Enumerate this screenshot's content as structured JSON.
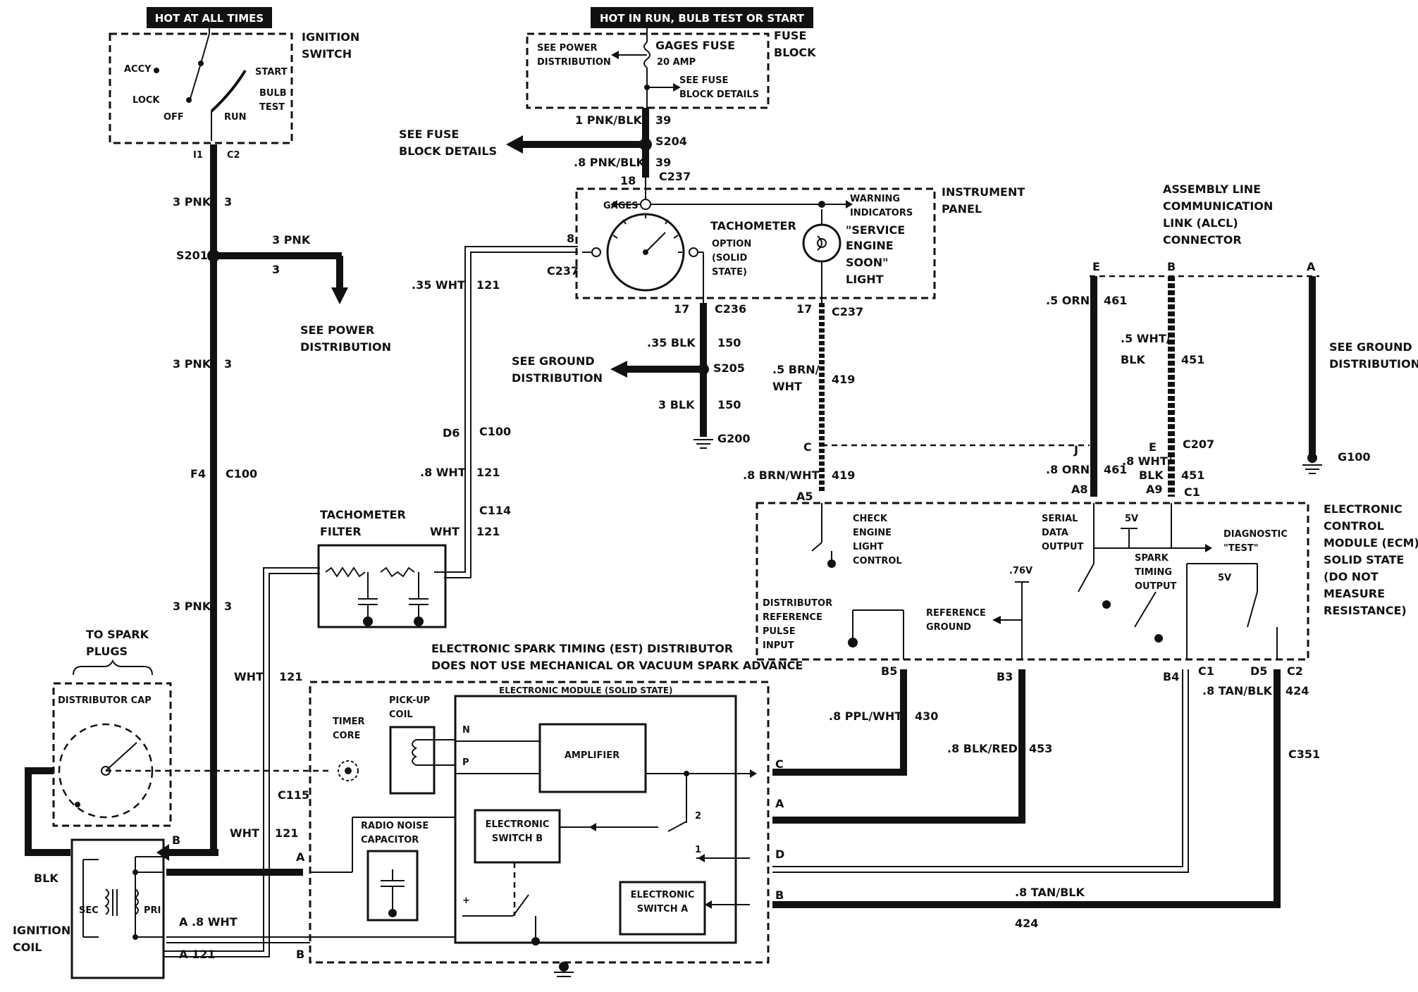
{
  "headers": {
    "hot_at_all_times": "HOT AT ALL TIMES",
    "hot_in_run": "HOT IN RUN, BULB TEST OR START"
  },
  "ignition_switch": {
    "title_1": "IGNITION",
    "title_2": "SWITCH",
    "accy": "ACCY",
    "lock": "LOCK",
    "off": "OFF",
    "run": "RUN",
    "start": "START",
    "bulb": "BULB",
    "test": "TEST",
    "term_i1": "I1",
    "term_c2": "C2"
  },
  "fuse_block": {
    "title_1": "FUSE",
    "title_2": "BLOCK",
    "see_power_1": "SEE POWER",
    "see_power_2": "DISTRIBUTION",
    "gages_fuse": "GAGES FUSE",
    "amp": "20 AMP",
    "see_fuse_1": "SEE FUSE",
    "see_fuse_2": "BLOCK DETAILS"
  },
  "wires_left": {
    "w1_size": "3 PNK",
    "w1_num": "3",
    "s201": "S201",
    "w2_size": "3 PNK",
    "w2_num": "3",
    "see_power_1": "SEE POWER",
    "see_power_2": "DISTRIBUTION",
    "w3_size": "3 PNK",
    "w3_num": "3",
    "f4": "F4",
    "c100": "C100",
    "w4_size": "3 PNK",
    "w4_num": "3"
  },
  "wires_center": {
    "pnk_blk_1": "1 PNK/BLK",
    "n39a": "39",
    "see_fuse_1": "SEE FUSE",
    "see_fuse_2": "BLOCK DETAILS",
    "s204": "S204",
    "pnk_blk_8": ".8 PNK/BLK",
    "n39b": "39",
    "n18": "18",
    "c237a": "C237",
    "wht35": ".35 WHT",
    "n121a": "121",
    "d6": "D6",
    "c100b": "C100",
    "wht8": ".8 WHT",
    "n121b": "121",
    "c114": "C114",
    "wht": "WHT",
    "n121c": "121",
    "n17a": "17",
    "c236": "C236",
    "blk35": ".35 BLK",
    "n150a": "150",
    "see_ground_1": "SEE GROUND",
    "see_ground_2": "DISTRIBUTION",
    "s205": "S205",
    "blk3": "3 BLK",
    "n150b": "150",
    "g200": "G200",
    "n17b": "17",
    "c237b": "C237",
    "brnwht5_1": ".5 BRN/",
    "brnwht5_2": "WHT",
    "n419a": "419",
    "c_conn": "C",
    "brnwht8": ".8 BRN/WHT",
    "n419b": "419",
    "a5": "A5"
  },
  "instrument_panel": {
    "title_1": "INSTRUMENT",
    "title_2": "PANEL",
    "gages": "GAGES",
    "tach": "TACHOMETER",
    "option": "OPTION",
    "solid": "(SOLID",
    "state": "STATE)",
    "warning_1": "WARNING",
    "warning_2": "INDICATORS",
    "ses_1": "\"SERVICE",
    "ses_2": "ENGINE",
    "ses_3": "SOON\"",
    "ses_4": "LIGHT",
    "n8": "8",
    "c237": "C237"
  },
  "alcl": {
    "title_1": "ASSEMBLY LINE",
    "title_2": "COMMUNICATION",
    "title_3": "LINK (ALCL)",
    "title_4": "CONNECTOR",
    "e": "E",
    "b": "B",
    "a": "A",
    "orn5": ".5 ORN",
    "n461a": "461",
    "whtblk5_1": ".5 WHT/",
    "whtblk5_2": "BLK",
    "n451a": "451",
    "see_ground_1": "SEE GROUND",
    "see_ground_2": "DISTRIBUTION",
    "j": "J",
    "e2": "E",
    "c207": "C207",
    "orn8": ".8 ORN",
    "n461b": "461",
    "whtblk8_1": ".8 WHT/",
    "whtblk8_2": "BLK",
    "n451b": "451",
    "g100": "G100",
    "a8": "A8",
    "a9": "A9",
    "c1": "C1"
  },
  "ecm": {
    "title_1": "ELECTRONIC",
    "title_2": "CONTROL",
    "title_3": "MODULE (ECM)",
    "title_4": "SOLID STATE",
    "title_5": "(DO NOT",
    "title_6": "MEASURE",
    "title_7": "RESISTANCE)",
    "check_1": "CHECK",
    "check_2": "ENGINE",
    "check_3": "LIGHT",
    "check_4": "CONTROL",
    "serial_1": "SERIAL",
    "serial_2": "DATA",
    "serial_3": "OUTPUT",
    "v5a": "5V",
    "diag_1": "DIAGNOSTIC",
    "diag_2": "\"TEST\"",
    "v76": ".76V",
    "spark_1": "SPARK",
    "spark_2": "TIMING",
    "spark_3": "OUTPUT",
    "v5b": "5V",
    "dist_1": "DISTRIBUTOR",
    "dist_2": "REFERENCE",
    "dist_3": "PULSE",
    "dist_4": "INPUT",
    "ref_1": "REFERENCE",
    "ref_2": "GROUND",
    "b5": "B5",
    "b3": "B3",
    "b4": "B4",
    "c1": "C1",
    "d5": "D5",
    "c2": "C2"
  },
  "ecm_wires": {
    "ppl": ".8 PPL/WHT",
    "n430": "430",
    "blkred": ".8 BLK/RED",
    "n453": "453",
    "tanblk": ".8 TAN/BLK",
    "n424": "424",
    "c351": "C351",
    "tanblk2": ".8 TAN/BLK",
    "n424b": "424"
  },
  "tach_filter": {
    "title_1": "TACHOMETER",
    "title_2": "FILTER",
    "wht": "WHT",
    "n121": "121"
  },
  "distributor": {
    "to_spark_1": "TO SPARK",
    "to_spark_2": "PLUGS",
    "cap": "DISTRIBUTOR CAP",
    "est_1": "ELECTRONIC SPARK TIMING (EST) DISTRIBUTOR",
    "est_2": "DOES NOT USE MECHANICAL OR VACUUM SPARK ADVANCE",
    "module": "ELECTRONIC MODULE (SOLID STATE)",
    "timer_1": "TIMER",
    "timer_2": "CORE",
    "pickup_1": "PICK-UP",
    "pickup_2": "COIL",
    "n": "N",
    "p": "P",
    "amp": "AMPLIFIER",
    "sw_b_1": "ELECTRONIC",
    "sw_b_2": "SWITCH B",
    "sw_a_1": "ELECTRONIC",
    "sw_a_2": "SWITCH A",
    "radio_1": "RADIO NOISE",
    "radio_2": "CAPACITOR",
    "c": "C",
    "a": "A",
    "d": "D",
    "b": "B",
    "two": "2",
    "one": "1",
    "plus": "+",
    "wht_a": "WHT",
    "n121_a": "121",
    "c115": "C115",
    "wht_b": "WHT",
    "n121_b": "121",
    "a_term": "A",
    "b_term": "B"
  },
  "ignition_coil": {
    "title_1": "IGNITION",
    "title_2": "COIL",
    "blk": "BLK",
    "sec": "SEC",
    "pri": "PRI",
    "b": "B",
    "a_wht": "A .8 WHT",
    "a_121": "A 121"
  }
}
